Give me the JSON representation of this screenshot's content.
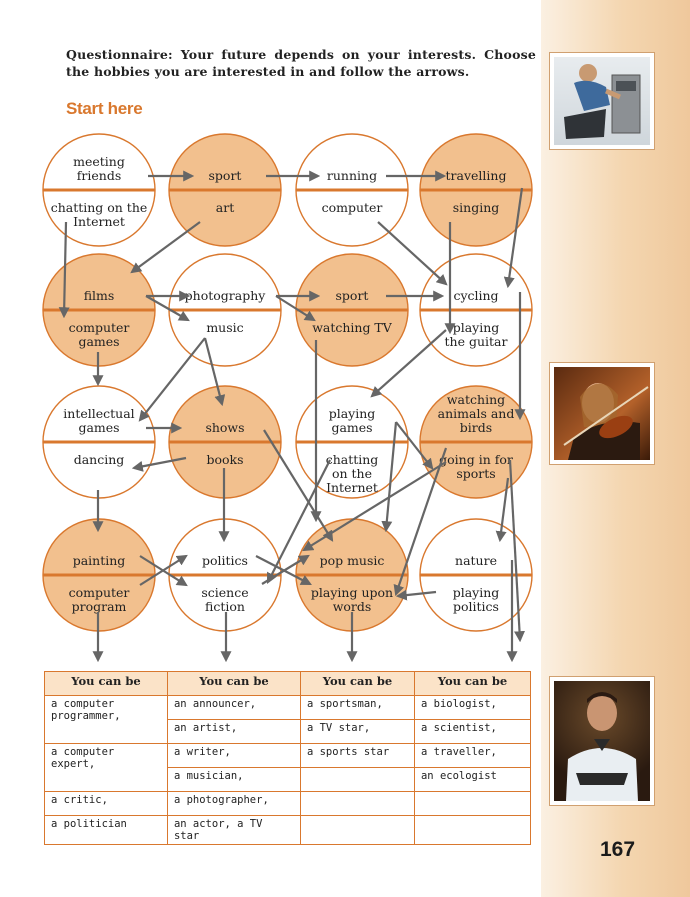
{
  "intro_text": "Questionnaire: Your future depends on your interests. Choose the hobbies you are interested in and follow the arrows.",
  "start_label": "Start here",
  "page_number": "167",
  "colors": {
    "accent": "#d9782e",
    "circle_fill": "#f2c08e",
    "circle_stroke": "#d9782e",
    "arrow": "#666666"
  },
  "circles": [
    {
      "id": "r1c1",
      "filled": false,
      "top": "meeting friends",
      "bottom": "chatting on the Internet"
    },
    {
      "id": "r1c2",
      "filled": true,
      "top": "sport",
      "bottom": "art"
    },
    {
      "id": "r1c3",
      "filled": false,
      "top": "running",
      "bottom": "computer"
    },
    {
      "id": "r1c4",
      "filled": true,
      "top": "travelling",
      "bottom": "singing"
    },
    {
      "id": "r2c1",
      "filled": true,
      "top": "films",
      "bottom": "computer games"
    },
    {
      "id": "r2c2",
      "filled": false,
      "top": "photography",
      "bottom": "music"
    },
    {
      "id": "r2c3",
      "filled": true,
      "top": "sport",
      "bottom": "watching TV"
    },
    {
      "id": "r2c4",
      "filled": false,
      "top": "cycling",
      "bottom": "playing the guitar"
    },
    {
      "id": "r3c1",
      "filled": false,
      "top": "intellectual games",
      "bottom": "dancing"
    },
    {
      "id": "r3c2",
      "filled": true,
      "top": "shows",
      "bottom": "books"
    },
    {
      "id": "r3c3",
      "filled": false,
      "top": "playing games",
      "bottom": "chatting on the Internet"
    },
    {
      "id": "r3c4",
      "filled": true,
      "top": "watching animals and birds",
      "bottom": "going in for sports"
    },
    {
      "id": "r4c1",
      "filled": true,
      "top": "painting",
      "bottom": "computer program"
    },
    {
      "id": "r4c2",
      "filled": false,
      "top": "politics",
      "bottom": "science fiction"
    },
    {
      "id": "r4c3",
      "filled": true,
      "top": "pop music",
      "bottom": "playing upon words"
    },
    {
      "id": "r4c4",
      "filled": false,
      "top": "nature",
      "bottom": "playing politics"
    }
  ],
  "table": {
    "headers": [
      "You can be",
      "You can be",
      "You can be",
      "You can be"
    ],
    "col1": [
      "a computer programmer,",
      "a computer expert,",
      "a critic,",
      "a politician"
    ],
    "col2": [
      "an announcer,",
      "an artist,",
      "a writer,",
      "a musician,",
      "a photographer,",
      "an actor, a TV star"
    ],
    "col3": [
      "a sportsman,",
      "a TV star,",
      "a sports star",
      "",
      "",
      ""
    ],
    "col4": [
      "a biologist,",
      "a scientist,",
      "a traveller,",
      "an ecologist",
      "",
      ""
    ]
  },
  "photos": [
    {
      "subject": "man-repairing-computer-photo"
    },
    {
      "subject": "girl-playing-violin-photo"
    },
    {
      "subject": "footballer-portrait-photo"
    }
  ]
}
